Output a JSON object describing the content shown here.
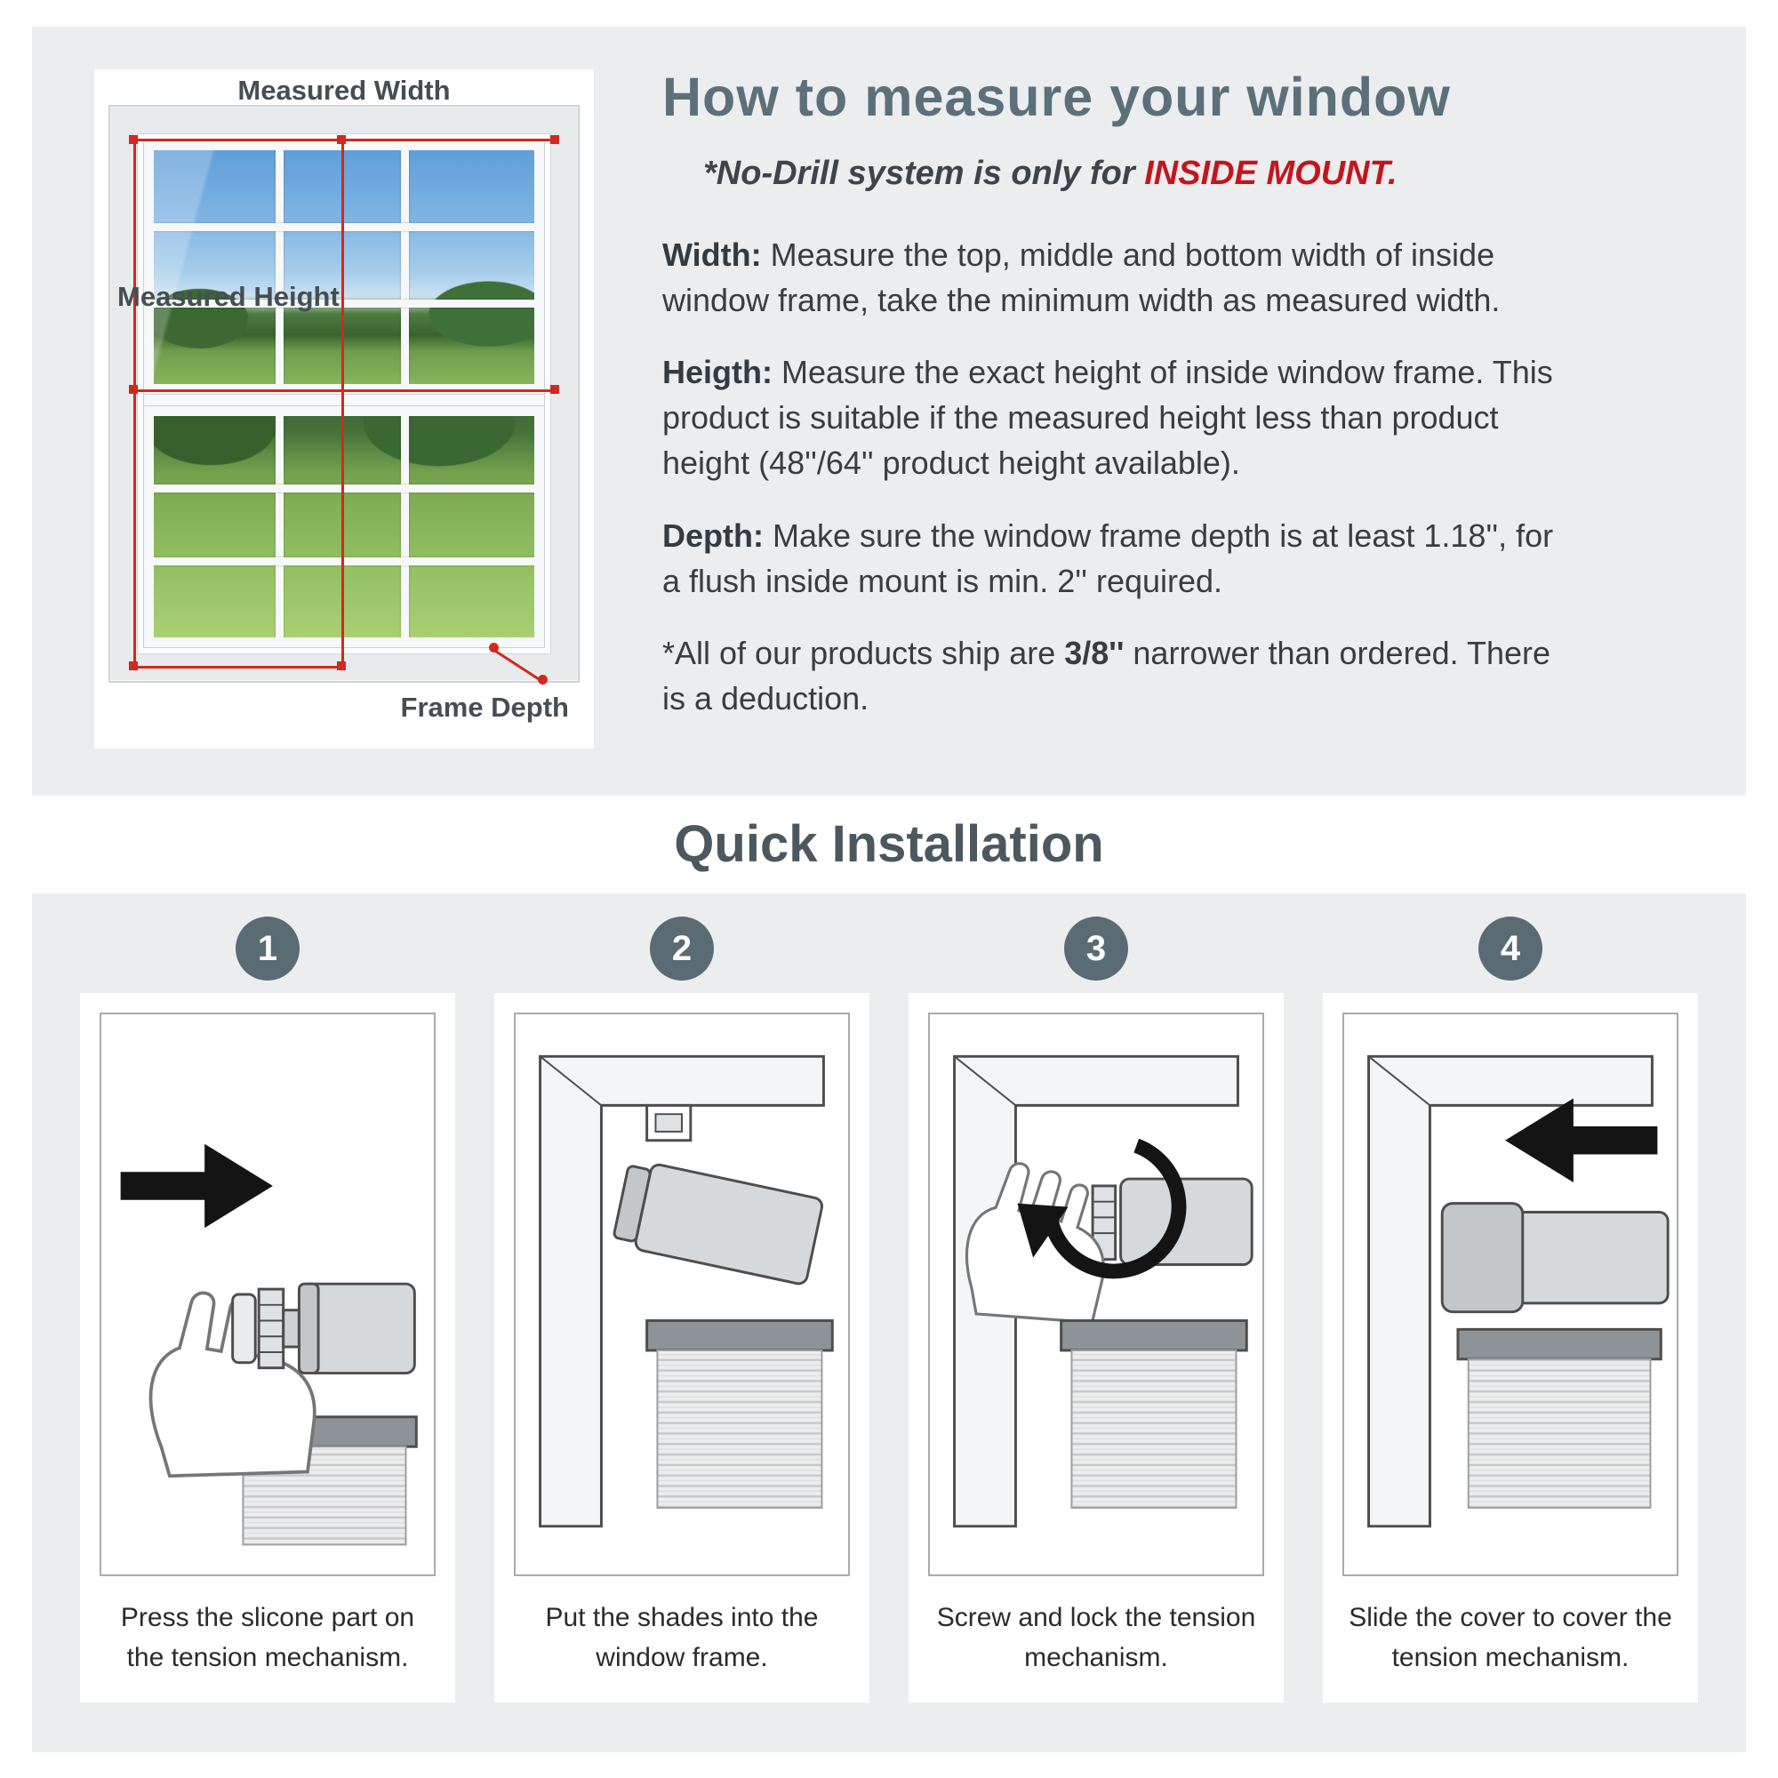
{
  "measure_section": {
    "title": "How to measure your window",
    "subtitle_prefix": "*No-Drill system is only for ",
    "subtitle_highlight": "INSIDE MOUNT.",
    "diagram": {
      "label_width": "Measured Width",
      "label_height": "Measured Height",
      "label_depth": "Frame Depth"
    },
    "paragraphs": [
      {
        "lead": "Width:",
        "text": " Measure the top, middle and bottom width of inside window frame, take the minimum width as measured width."
      },
      {
        "lead": "Heigth:",
        "text": " Measure the exact height of inside window frame. This product is suitable if the measured height less than product height (48''/64'' product height available)."
      },
      {
        "lead": "Depth:",
        "text": " Make sure the window frame depth is at least 1.18'', for a flush inside mount is min. 2'' required."
      }
    ],
    "note": {
      "pre": "*All of our products ship are ",
      "bold": "3/8''",
      "post": " narrower than ordered. There is a deduction."
    }
  },
  "installation_section": {
    "title": "Quick Installation",
    "steps": [
      {
        "number": "1",
        "caption": "Press the slicone part on the tension mechanism."
      },
      {
        "number": "2",
        "caption": "Put the shades into the window frame."
      },
      {
        "number": "3",
        "caption": "Screw and lock the tension mechanism."
      },
      {
        "number": "4",
        "caption": "Slide the cover to cover the tension mechanism."
      }
    ]
  },
  "colors": {
    "accent_red": "#d02a1e",
    "title_slate": "#5c7079",
    "heading_slate": "#4b5860",
    "badge_slate": "#5b6b74",
    "panel_gray": "#ebedef"
  }
}
